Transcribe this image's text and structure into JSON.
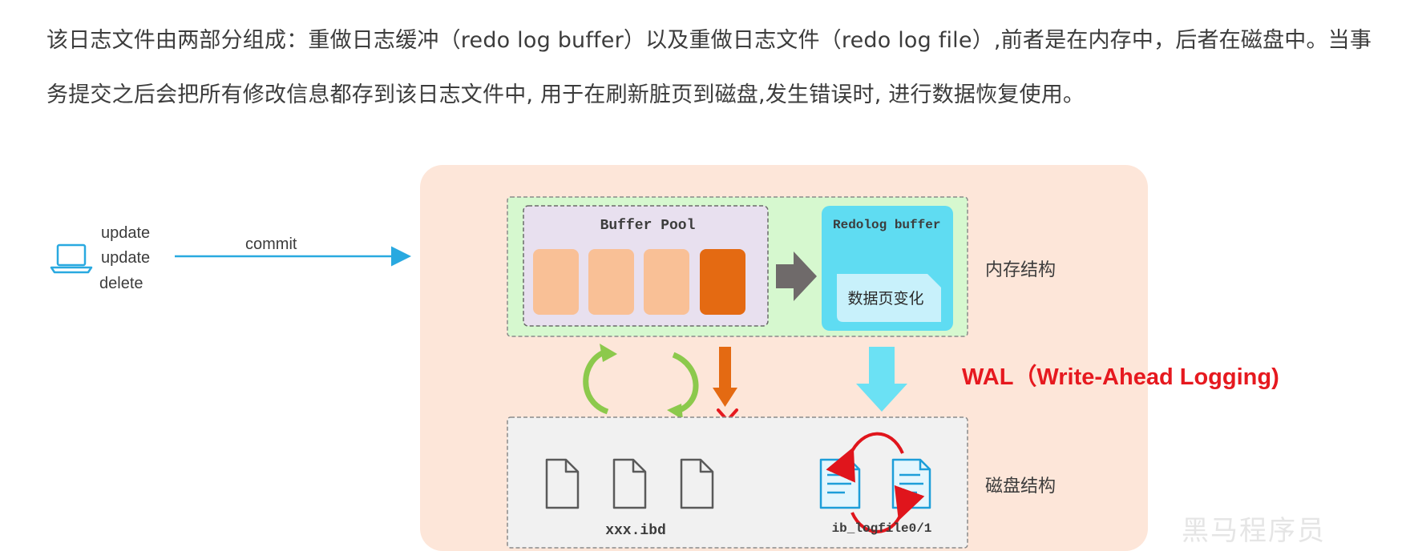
{
  "paragraph": {
    "line1": "该日志文件由两部分组成：重做日志缓冲（redo log buffer）以及重做日志文件（redo log file）,前者是在内存中，后者在磁盘中。当事",
    "line2": "务提交之后会把所有修改信息都存到该日志文件中, 用于在刷新脏页到磁盘,发生错误时, 进行数据恢复使用。"
  },
  "client": {
    "icon": "laptop-icon",
    "ops": [
      "update",
      "update",
      "delete"
    ],
    "commit_label": "commit"
  },
  "memory": {
    "buffer_pool_title": "Buffer Pool",
    "redolog_buffer_title": "Redolog buffer",
    "data_page_change": "数据页变化",
    "label": "内存结构"
  },
  "wal_label": "WAL（Write-Ahead Logging)",
  "disk": {
    "ibd_label": "xxx.ibd",
    "logfile_label": "ib_logfile0/1",
    "label": "磁盘结构"
  },
  "watermark": "黑马程序员",
  "colors": {
    "background_panel": "#fde6d9",
    "memory_panel": "#d6f8cf",
    "buffer_pool_box": "#e8e0ef",
    "page_light": "#f9c096",
    "page_dark": "#e46a12",
    "redolog_box": "#5fdcf2",
    "redolog_inner": "#c8f1fb",
    "disk_panel": "#f1f1f1",
    "arrow_blue": "#29a9e0",
    "arrow_green": "#8cc94c",
    "arrow_orange": "#e46a12",
    "arrow_gray": "#6f6a6a",
    "wal_red": "#e6191f",
    "cycle_red": "#e0151c",
    "file_blue": "#1d9ed9"
  }
}
